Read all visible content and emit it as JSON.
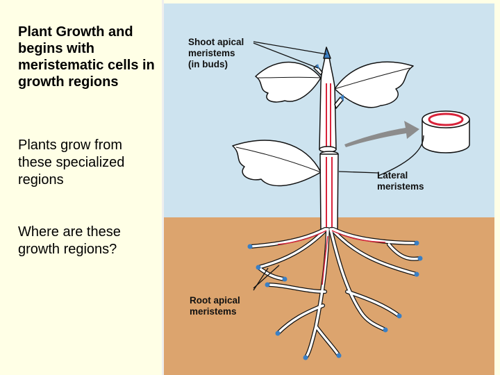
{
  "slide": {
    "heading": "Plant Growth and begins with meristematic cells in growth regions",
    "paragraph1": "Plants grow from these specialized regions",
    "paragraph2": "Where are these growth regions?"
  },
  "diagram": {
    "labels": {
      "shoot": [
        "Shoot apical",
        "meristems",
        "(in buds)"
      ],
      "lateral": [
        "Lateral",
        "meristems"
      ],
      "root": [
        "Root apical",
        "meristems"
      ]
    },
    "colors": {
      "sky": "#cde3ef",
      "soil": "#dca46e",
      "vascular": "#d8233a",
      "meristem": "#3a7fc4",
      "arrow": "#8c8c8c",
      "page": "#ffffe6"
    }
  }
}
